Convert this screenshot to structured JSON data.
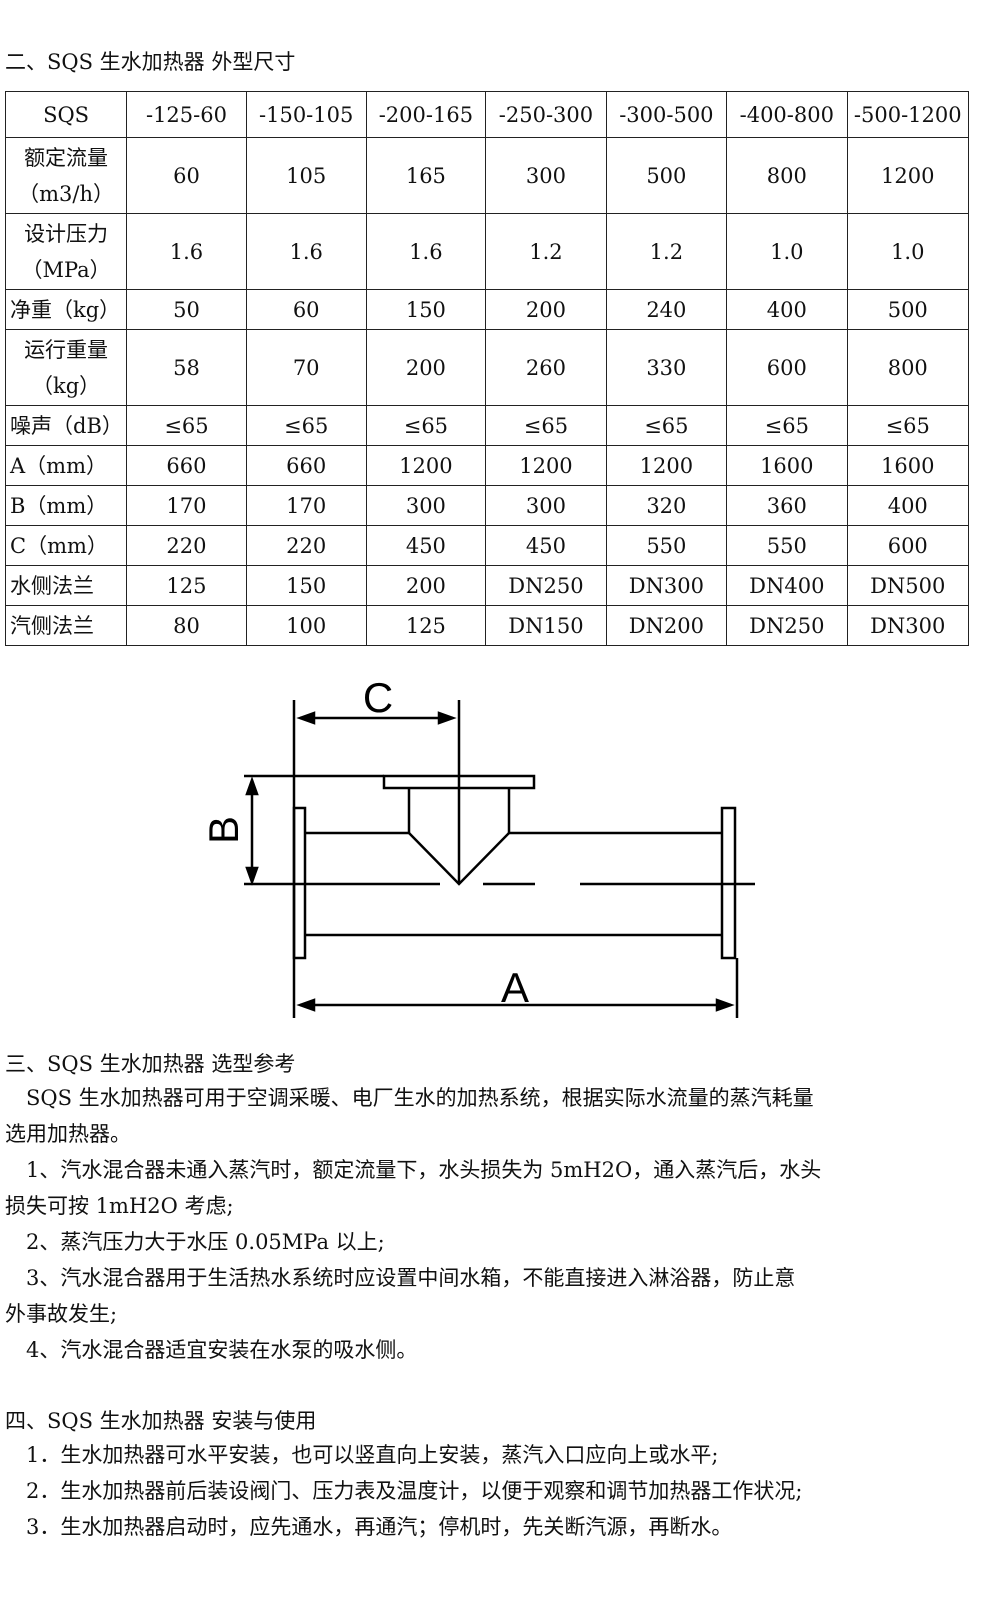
{
  "section2_title": "二、SQS 生水加热器 外型尺寸",
  "table": {
    "header": [
      "SQS",
      "-125-60",
      "-150-105",
      "-200-165",
      "-250-300",
      "-300-500",
      "-400-800",
      "-500-1200"
    ],
    "rows": [
      [
        "额定流量（m3/h）",
        "60",
        "105",
        "165",
        "300",
        "500",
        "800",
        "1200"
      ],
      [
        "设计压力（MPa）",
        "1.6",
        "1.6",
        "1.6",
        "1.2",
        "1.2",
        "1.0",
        "1.0"
      ],
      [
        "净重（kg）",
        "50",
        "60",
        "150",
        "200",
        "240",
        "400",
        "500"
      ],
      [
        "运行重量（kg）",
        "58",
        "70",
        "200",
        "260",
        "330",
        "600",
        "800"
      ],
      [
        "噪声（dB）",
        "≤65",
        "≤65",
        "≤65",
        "≤65",
        "≤65",
        "≤65",
        "≤65"
      ],
      [
        "A（mm）",
        "660",
        "660",
        "1200",
        "1200",
        "1200",
        "1600",
        "1600"
      ],
      [
        "B（mm）",
        "170",
        "170",
        "300",
        "300",
        "320",
        "360",
        "400"
      ],
      [
        "C（mm）",
        "220",
        "220",
        "450",
        "450",
        "550",
        "550",
        "600"
      ],
      [
        "水侧法兰",
        "125",
        "150",
        "200",
        "DN250",
        "DN300",
        "DN400",
        "DN500"
      ],
      [
        "汽侧法兰",
        "80",
        "100",
        "125",
        "DN150",
        "DN200",
        "DN250",
        "DN300"
      ]
    ]
  },
  "diagram": {
    "label_a": "A",
    "label_b": "B",
    "label_c": "C"
  },
  "section3": {
    "title": "三、SQS 生水加热器 选型参考",
    "lines": [
      "　SQS 生水加热器可用于空调采暖、电厂生水的加热系统，根据实际水流量的蒸汽耗量",
      "选用加热器。",
      "　1、汽水混合器未通入蒸汽时，额定流量下，水头损失为 5mH2O，通入蒸汽后，水头",
      "损失可按 1mH2O 考虑;",
      "　2、蒸汽压力大于水压 0.05MPa 以上;",
      "　3、汽水混合器用于生活热水系统时应设置中间水箱，不能直接进入淋浴器，防止意",
      "外事故发生;",
      "　4、汽水混合器适宜安装在水泵的吸水侧。"
    ]
  },
  "section4": {
    "title": "四、SQS 生水加热器 安装与使用",
    "lines": [
      "　1．生水加热器可水平安装，也可以竖直向上安装，蒸汽入口应向上或水平;",
      "　2．生水加热器前后装设阀门、压力表及温度计，以便于观察和调节加热器工作状况;",
      "　3．生水加热器启动时，应先通水，再通汽；停机时，先关断汽源，再断水。"
    ]
  }
}
